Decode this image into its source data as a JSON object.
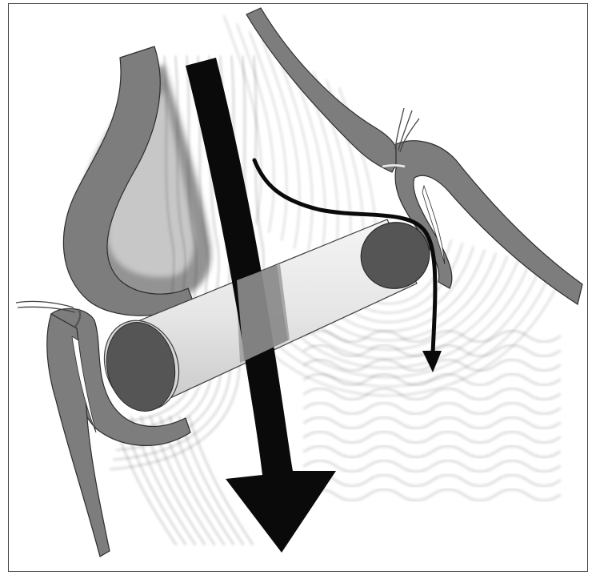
{
  "figure": {
    "title": "",
    "labels": [],
    "colors": {
      "background": "#ffffff",
      "tissue_wall": "#7d7d7d",
      "tissue_outline": "#3a3a3a",
      "tube_body": "#e3e3e3",
      "tube_end": "#555555",
      "arrow": "#0a0a0a",
      "waves": "#2e2e2e"
    },
    "icons": [
      "large-downward-arrow",
      "curved-diversion-arrow",
      "cylindrical-tube",
      "suture-threads"
    ]
  }
}
